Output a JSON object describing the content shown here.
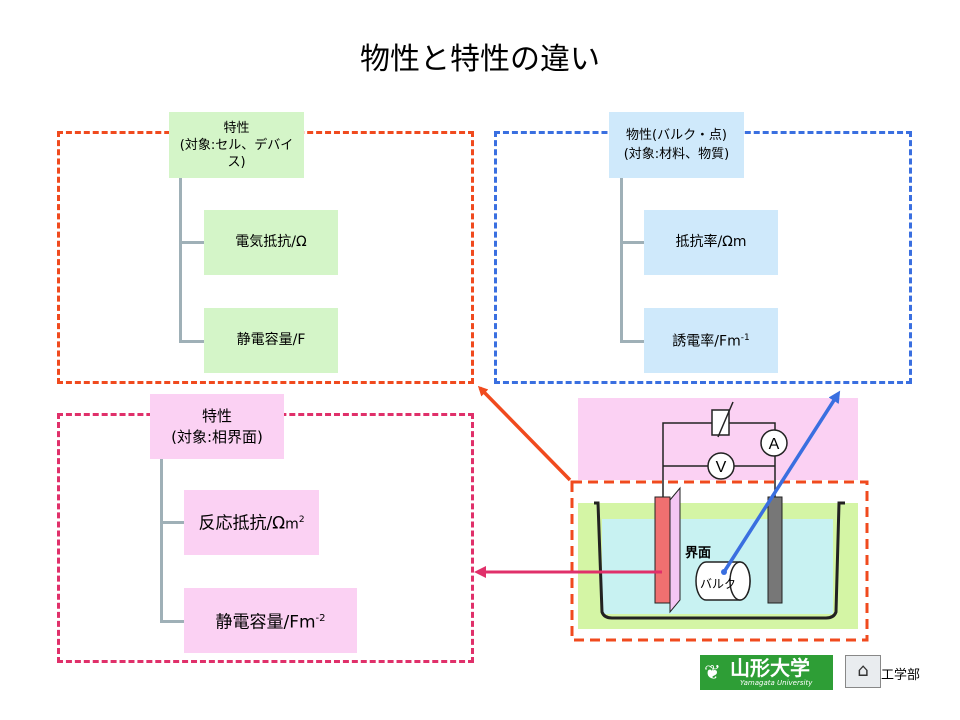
{
  "title": "物性と特性の違い",
  "cell_device": {
    "heading_line1": "特性",
    "heading_line2": "(対象:セル、デバイス)",
    "item1": "電気抵抗/Ω",
    "item2": "静電容量/F"
  },
  "bulk_point": {
    "heading_line1": "物性(バルク・点)",
    "heading_line2": "(対象:材料、物質)",
    "item1": "抵抗率/Ωm",
    "item2": "誘電率/Fm",
    "item2_sup": "-1"
  },
  "interface": {
    "heading_line1": "特性",
    "heading_line2": "(対象:相界面)",
    "item1": "反応抵抗/Ω",
    "item1_unit": "m",
    "item1_sup": "2",
    "item2": "静電容量/Fm",
    "item2_sup": "-2"
  },
  "cell_diagram": {
    "ammeter": "A",
    "voltmeter": "V",
    "interface_label": "界面",
    "bulk_label": "バルク"
  },
  "footer": {
    "university_name": "山形大学",
    "university_roman": "Yamagata University",
    "faculty": "工学部"
  }
}
